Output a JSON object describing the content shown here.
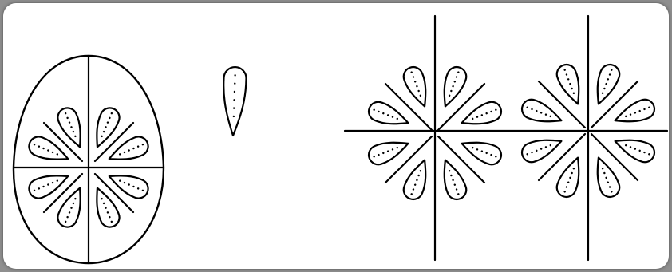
{
  "figure": {
    "line_color": "#000000",
    "fill_color": "#ffffff",
    "background": "#ffffff",
    "frame_color": "#8f8f8f",
    "egg_panel": {
      "petal_count": 8,
      "quadrants": 4,
      "dotted_petals": true
    },
    "single_petal": {
      "dotted": true
    },
    "motif_pair": {
      "motif_count": 2,
      "petals_per_motif": 8,
      "dotted_petals": true
    }
  }
}
